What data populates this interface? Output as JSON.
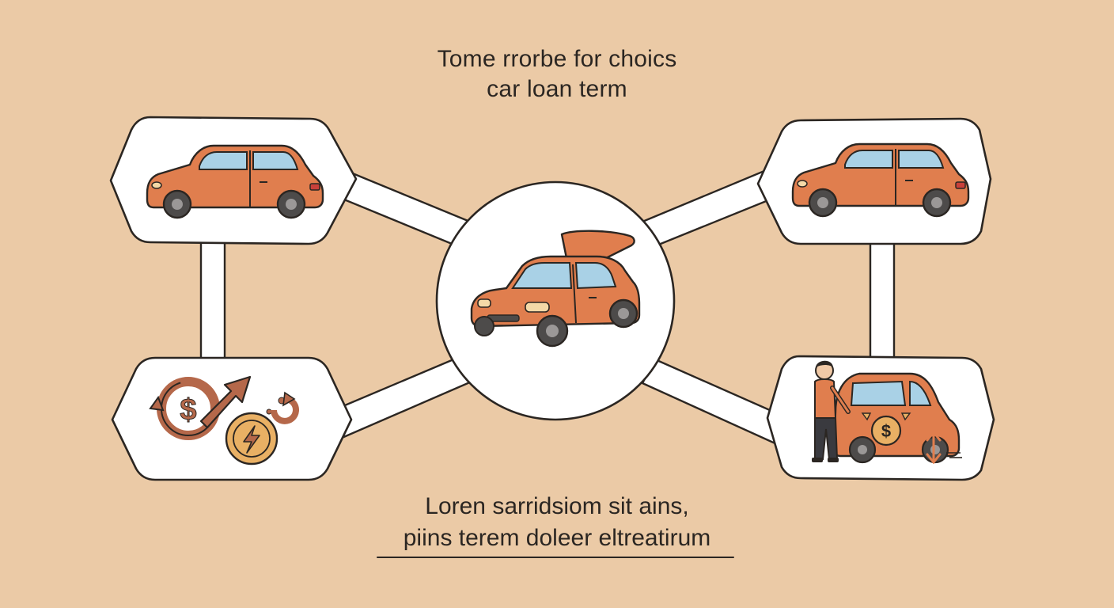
{
  "title": {
    "line1": "Tome rrorbe for choics",
    "line2": "car loan term"
  },
  "caption": {
    "line1": "Loren sarridsiom sit ains,",
    "line2": "piins terem doleer eltreatirum"
  },
  "nodes": {
    "top_left": "car-hatchback-icon",
    "top_right": "car-hatchback-icon",
    "center": "car-sedan-open-trunk-icon",
    "bottom_left": "money-cycle-icon",
    "bottom_right": "person-with-car-icon"
  },
  "colors": {
    "background": "#ebcaa6",
    "car_body": "#e07e4e",
    "outline": "#2b2622",
    "window": "#a9d1e6",
    "money_brown": "#b5684a",
    "coin_gold": "#e9b064"
  }
}
